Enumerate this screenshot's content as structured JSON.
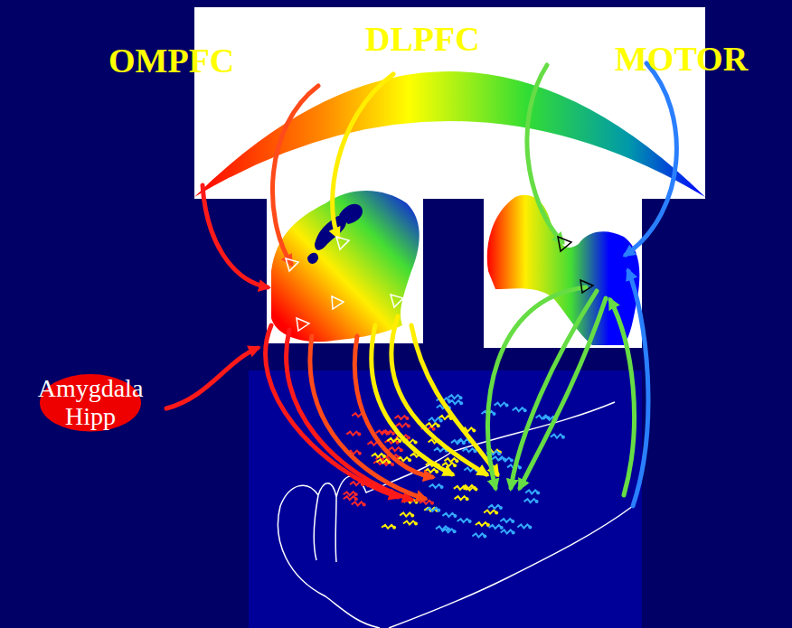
{
  "diagram": {
    "nodes": [
      {
        "text": [
          "Amygdala Hipp"
        ]
      }
    ],
    "labels": [
      "OMPFC",
      "DLPFC",
      "MOTOR"
    ]
  }
}
